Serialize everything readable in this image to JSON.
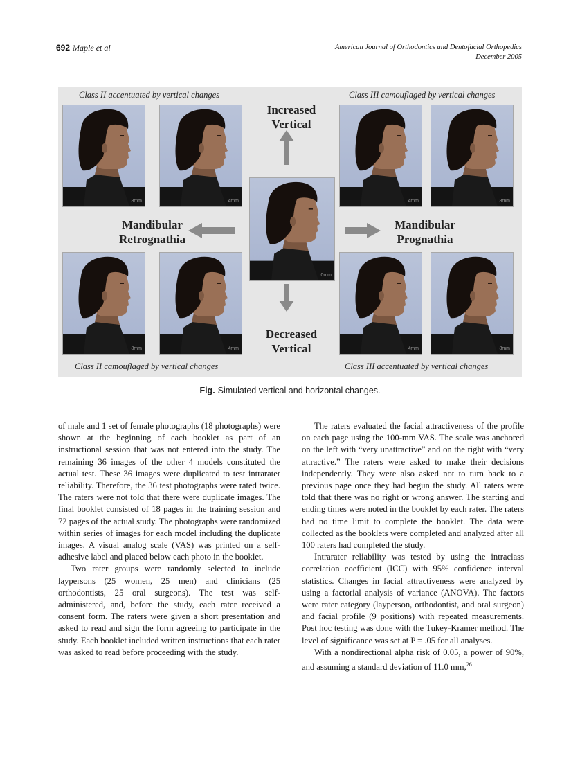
{
  "header": {
    "page_number": "692",
    "authors": "Maple et al",
    "journal": "American Journal of Orthodontics and Dentofacial Orthopedics",
    "date": "December 2005"
  },
  "figure": {
    "captions": {
      "top_left": "Class II accentuated by vertical changes",
      "top_right": "Class III camouflaged by vertical changes",
      "bottom_left": "Class II camouflaged by vertical changes",
      "bottom_right": "Class III accentuated by vertical changes"
    },
    "labels": {
      "increased_1": "Increased",
      "increased_2": "Vertical",
      "decreased_1": "Decreased",
      "decreased_2": "Vertical",
      "retro_1": "Mandibular",
      "retro_2": "Retrognathia",
      "progn_1": "Mandibular",
      "progn_2": "Prognathia"
    },
    "caption_label": "Fig.",
    "caption_text": "Simulated vertical and horizontal changes."
  },
  "body": {
    "left_column": [
      "of male and 1 set of female photographs (18 photographs) were shown at the beginning of each booklet as part of an instructional session that was not entered into the study. The remaining 36 images of the other 4 models constituted the actual test. These 36 images were duplicated to test intrarater reliability. Therefore, the 36 test photographs were rated twice. The raters were not told that there were duplicate images. The final booklet consisted of 18 pages in the training session and 72 pages of the actual study. The photographs were randomized within series of images for each model including the duplicate images. A visual analog scale (VAS) was printed on a self-adhesive label and placed below each photo in the booklet.",
      "Two rater groups were randomly selected to include laypersons (25 women, 25 men) and clinicians (25 orthodontists, 25 oral surgeons). The test was self-administered, and, before the study, each rater received a consent form. The raters were given a short presentation and asked to read and sign the form agreeing to participate in the study. Each booklet included written instructions that each rater was asked to read before proceeding with the study."
    ],
    "right_column": [
      "The raters evaluated the facial attractiveness of the profile on each page using the 100-mm VAS. The scale was anchored on the left with “very unattractive” and on the right with “very attractive.” The raters were asked to make their decisions independently. They were also asked not to turn back to a previous page once they had begun the study. All raters were told that there was no right or wrong answer. The starting and ending times were noted in the booklet by each rater. The raters had no time limit to complete the booklet. The data were collected as the booklets were completed and analyzed after all 100 raters had completed the study.",
      "Intrarater reliability was tested by using the intraclass correlation coefficient (ICC) with 95% confidence interval statistics. Changes in facial attractiveness were analyzed by using a factorial analysis of variance (ANOVA). The factors were rater category (layperson, orthodontist, and oral surgeon) and facial profile (9 positions) with repeated measurements. Post hoc testing was done with the Tukey-Kramer method. The level of significance was set at P = .05 for all analyses.",
      "With a nondirectional alpha risk of 0.05, a power of 90%, and assuming a standard deviation of 11.0 mm,"
    ],
    "right_last_superscript": "26"
  }
}
